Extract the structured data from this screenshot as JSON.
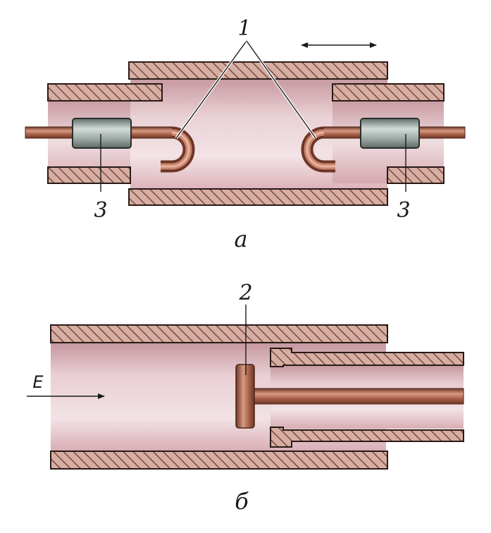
{
  "labels": {
    "loop_number": "1",
    "probe_number": "2",
    "left_connector_number": "3",
    "right_connector_number": "3",
    "field_letter": "E",
    "caption_a": "а",
    "caption_b": "б"
  },
  "colors": {
    "wall_fill": "#d6aea3",
    "wall_hatch": "#7a4a3c",
    "cavity_light": "#f1dde0",
    "cavity_mid": "#e7c7cb",
    "cavity_dark": "#c79aa1",
    "copper": "#a9614a",
    "copper_light": "#d79a83",
    "copper_dark": "#6e3626",
    "connector": "#8f9e98",
    "connector_light": "#d4dcd8",
    "outline": "#2a1a16"
  },
  "icons": {
    "motion": "double-arrow-icon",
    "field": "arrow-right-icon"
  }
}
